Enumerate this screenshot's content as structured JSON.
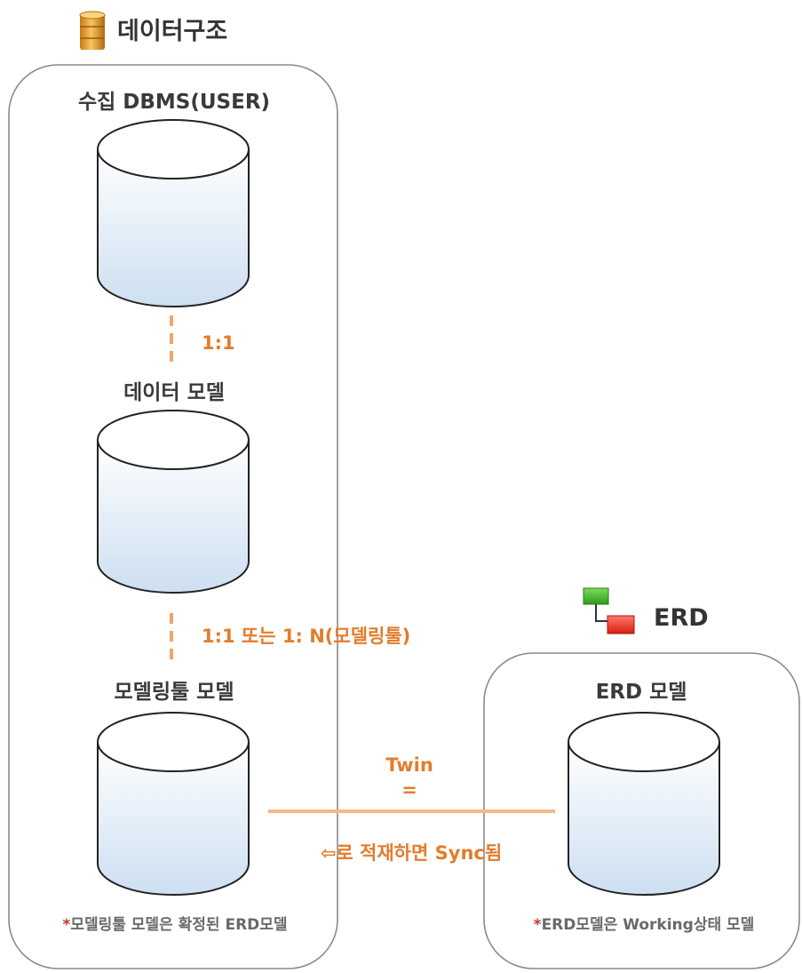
{
  "headers": {
    "data_structure": "데이터구조",
    "erd": "ERD"
  },
  "left_panel": {
    "db1_label": "수집 DBMS(USER)",
    "rel1": "1:1",
    "db2_label": "데이터 모델",
    "rel2": "1:1 또는 1: N(모델링툴)",
    "db3_label": "모델링툴 모델",
    "note_star": "*",
    "note": "모델링툴 모델은 확정된 ERD모델"
  },
  "right_panel": {
    "db_label": "ERD 모델",
    "note_star": "*",
    "note": "ERD모델은 Working상태 모델"
  },
  "link": {
    "twin": "Twin",
    "equals": "=",
    "sync": "⇦로 적재하면 Sync됨"
  },
  "colors": {
    "accent": "#e37c2b",
    "dashed": "#f0a46a",
    "panel_border": "#8a8a8a",
    "cylinder_top": "#ffffff",
    "cylinder_bottom": "#cfe0f2"
  }
}
